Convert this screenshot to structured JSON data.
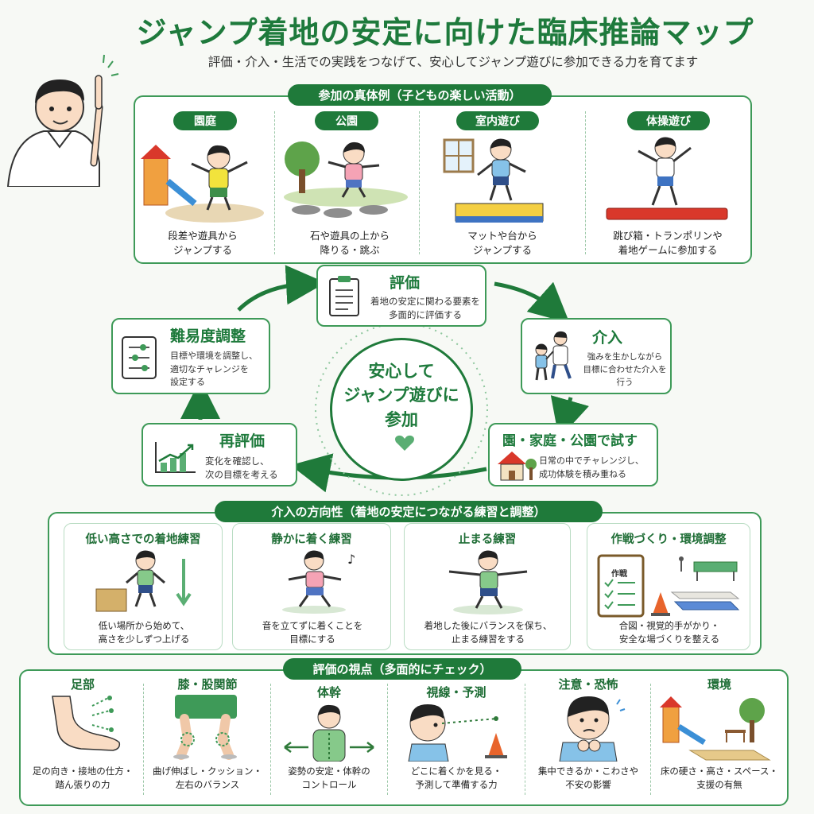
{
  "header": {
    "title": "ジャンプ着地の安定に向けた臨床推論マップ",
    "subtitle": "評価・介入・生活での実践をつなげて、安心してジャンプ遊びに参加できる力を育てます"
  },
  "participation": {
    "heading": "参加の真体例（子どもの楽しい活動）",
    "items": [
      {
        "label": "園庭",
        "caption1": "段差や遊具から",
        "caption2": "ジャンプする"
      },
      {
        "label": "公園",
        "caption1": "石や遊具の上から",
        "caption2": "降りる・跳ぶ"
      },
      {
        "label": "室内遊び",
        "caption1": "マットや台から",
        "caption2": "ジャンプする"
      },
      {
        "label": "体操遊び",
        "caption1": "跳び箱・トランポリンや",
        "caption2": "着地ゲームに参加する"
      }
    ]
  },
  "cycle": {
    "center1": "安心して",
    "center2": "ジャンプ遊びに",
    "center3": "参加",
    "eval": {
      "title": "評価",
      "desc1": "着地の安定に関わる要素を",
      "desc2": "多面的に評価する"
    },
    "intervene": {
      "title": "介入",
      "desc1": "強みを生かしながら",
      "desc2": "目標に合わせた介入を行う"
    },
    "try": {
      "title": "園・家庭・公園で試す",
      "desc1": "日常の中でチャレンジし、",
      "desc2": "成功体験を積み重ねる"
    },
    "reeval": {
      "title": "再評価",
      "desc1": "変化を確認し、",
      "desc2": "次の目標を考える"
    },
    "difficulty": {
      "title": "難易度調整",
      "desc1": "目標や環境を調整し、",
      "desc2": "適切なチャレンジを",
      "desc3": "設定する"
    }
  },
  "direction": {
    "heading": "介入の方向性（着地の安定につながる練習と調整）",
    "cards": [
      {
        "title": "低い高さでの着地練習",
        "caption1": "低い場所から始めて、",
        "caption2": "高さを少しずつ上げる"
      },
      {
        "title": "静かに着く練習",
        "caption1": "音を立てずに着くことを",
        "caption2": "目標にする"
      },
      {
        "title": "止まる練習",
        "caption1": "着地した後にバランスを保ち、",
        "caption2": "止まる練習をする"
      },
      {
        "title": "作戦づくり・環境調整",
        "caption1": "合図・視覚的手がかり・",
        "caption2": "安全な場づくりを整える",
        "board": "作戦"
      }
    ]
  },
  "viewpoints": {
    "heading": "評価の視点（多面的にチェック）",
    "items": [
      {
        "title": "足部",
        "caption1": "足の向き・接地の仕方・",
        "caption2": "踏ん張りの力"
      },
      {
        "title": "膝・股関節",
        "caption1": "曲げ伸ばし・クッション・",
        "caption2": "左右のバランス"
      },
      {
        "title": "体幹",
        "caption1": "姿勢の安定・体幹の",
        "caption2": "コントロール"
      },
      {
        "title": "視線・予測",
        "caption1": "どこに着くかを見る・",
        "caption2": "予測して準備する力"
      },
      {
        "title": "注意・恐怖",
        "caption1": "集中できるか・こわさや",
        "caption2": "不安の影響"
      },
      {
        "title": "環境",
        "caption1": "床の硬さ・高さ・スペース・",
        "caption2": "支援の有無"
      }
    ]
  },
  "colors": {
    "primary": "#1f7a3a",
    "accent": "#3e9a58",
    "background": "#f7f9f5"
  }
}
